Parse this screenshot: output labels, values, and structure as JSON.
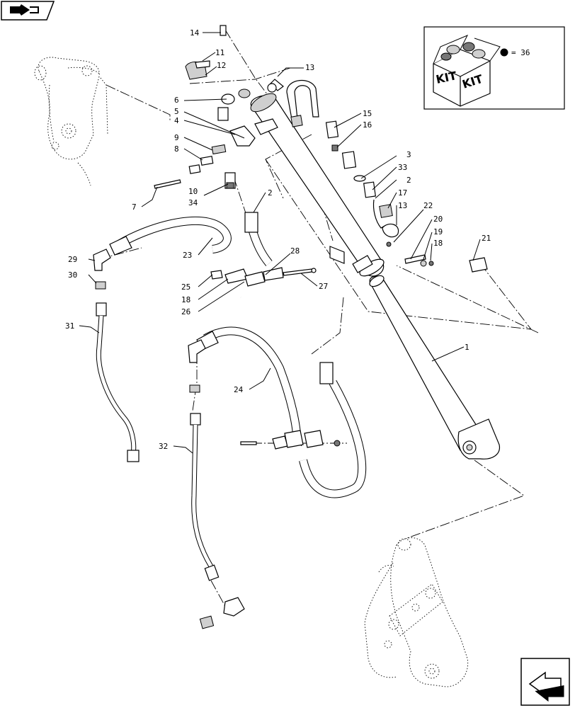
{
  "callouts": [
    {
      "id": "14",
      "text": "14"
    },
    {
      "id": "11",
      "text": "11"
    },
    {
      "id": "12",
      "text": "12"
    },
    {
      "id": "13a",
      "text": "13"
    },
    {
      "id": "6",
      "text": "6"
    },
    {
      "id": "5",
      "text": "5"
    },
    {
      "id": "4",
      "text": "4"
    },
    {
      "id": "9",
      "text": "9"
    },
    {
      "id": "8",
      "text": "8"
    },
    {
      "id": "10",
      "text": "10"
    },
    {
      "id": "34",
      "text": "34"
    },
    {
      "id": "7",
      "text": "7"
    },
    {
      "id": "2a",
      "text": "2"
    },
    {
      "id": "15",
      "text": "15"
    },
    {
      "id": "16",
      "text": "16"
    },
    {
      "id": "3",
      "text": "3"
    },
    {
      "id": "33",
      "text": "33"
    },
    {
      "id": "2b",
      "text": "2"
    },
    {
      "id": "17",
      "text": "17"
    },
    {
      "id": "13b",
      "text": "13"
    },
    {
      "id": "22",
      "text": "22"
    },
    {
      "id": "20",
      "text": "20"
    },
    {
      "id": "19",
      "text": "19"
    },
    {
      "id": "18a",
      "text": "18"
    },
    {
      "id": "21",
      "text": "21"
    },
    {
      "id": "29",
      "text": "29"
    },
    {
      "id": "30",
      "text": "30"
    },
    {
      "id": "23",
      "text": "23"
    },
    {
      "id": "28",
      "text": "28"
    },
    {
      "id": "25",
      "text": "25"
    },
    {
      "id": "18b",
      "text": "18"
    },
    {
      "id": "26",
      "text": "26"
    },
    {
      "id": "27",
      "text": "27"
    },
    {
      "id": "31",
      "text": "31"
    },
    {
      "id": "1",
      "text": "1"
    },
    {
      "id": "24",
      "text": "24"
    },
    {
      "id": "32",
      "text": "32"
    }
  ],
  "kit": {
    "box_label_left": "KIT",
    "box_label_right": "KIT",
    "legend_text": "= 36"
  },
  "icons": {
    "top_left": "page-back-icon",
    "bottom_right": "next-page-arrow-icon"
  }
}
